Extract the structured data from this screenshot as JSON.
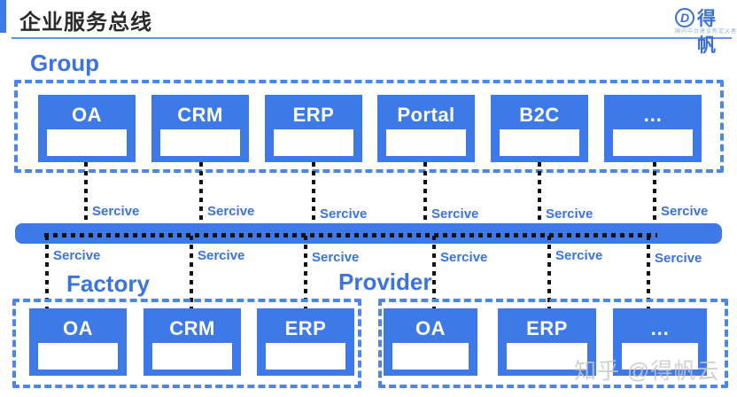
{
  "header": {
    "title": "企业服务总线",
    "logo": {
      "icon_letter": "D",
      "text": "得帆",
      "tagline": "国内中台建设新定义者"
    }
  },
  "group": {
    "label": "Group",
    "boxes": [
      {
        "label": "OA"
      },
      {
        "label": "CRM"
      },
      {
        "label": "ERP"
      },
      {
        "label": "Portal"
      },
      {
        "label": "B2C"
      },
      {
        "label": "…"
      }
    ]
  },
  "bus": {
    "service_labels_top": [
      "Sercive",
      "Sercive",
      "Sercive",
      "Sercive",
      "Sercive",
      "Sercive"
    ],
    "service_labels_bottom": [
      "Sercive",
      "Sercive",
      "Sercive",
      "Sercive",
      "Sercive",
      "Sercive"
    ]
  },
  "factory": {
    "label": "Factory",
    "boxes": [
      {
        "label": "OA"
      },
      {
        "label": "CRM"
      },
      {
        "label": "ERP"
      }
    ]
  },
  "provider": {
    "label": "Provider",
    "boxes": [
      {
        "label": "OA"
      },
      {
        "label": "ERP"
      },
      {
        "label": "…"
      }
    ]
  },
  "watermark": "知乎 @得帆云",
  "colors": {
    "primary_blue": "#3D7AE8",
    "dashed_border_blue": "#4C86EC",
    "label_text_blue": "#3B73E3",
    "connector_black": "#111111",
    "title_dark": "#2B2B2B"
  }
}
